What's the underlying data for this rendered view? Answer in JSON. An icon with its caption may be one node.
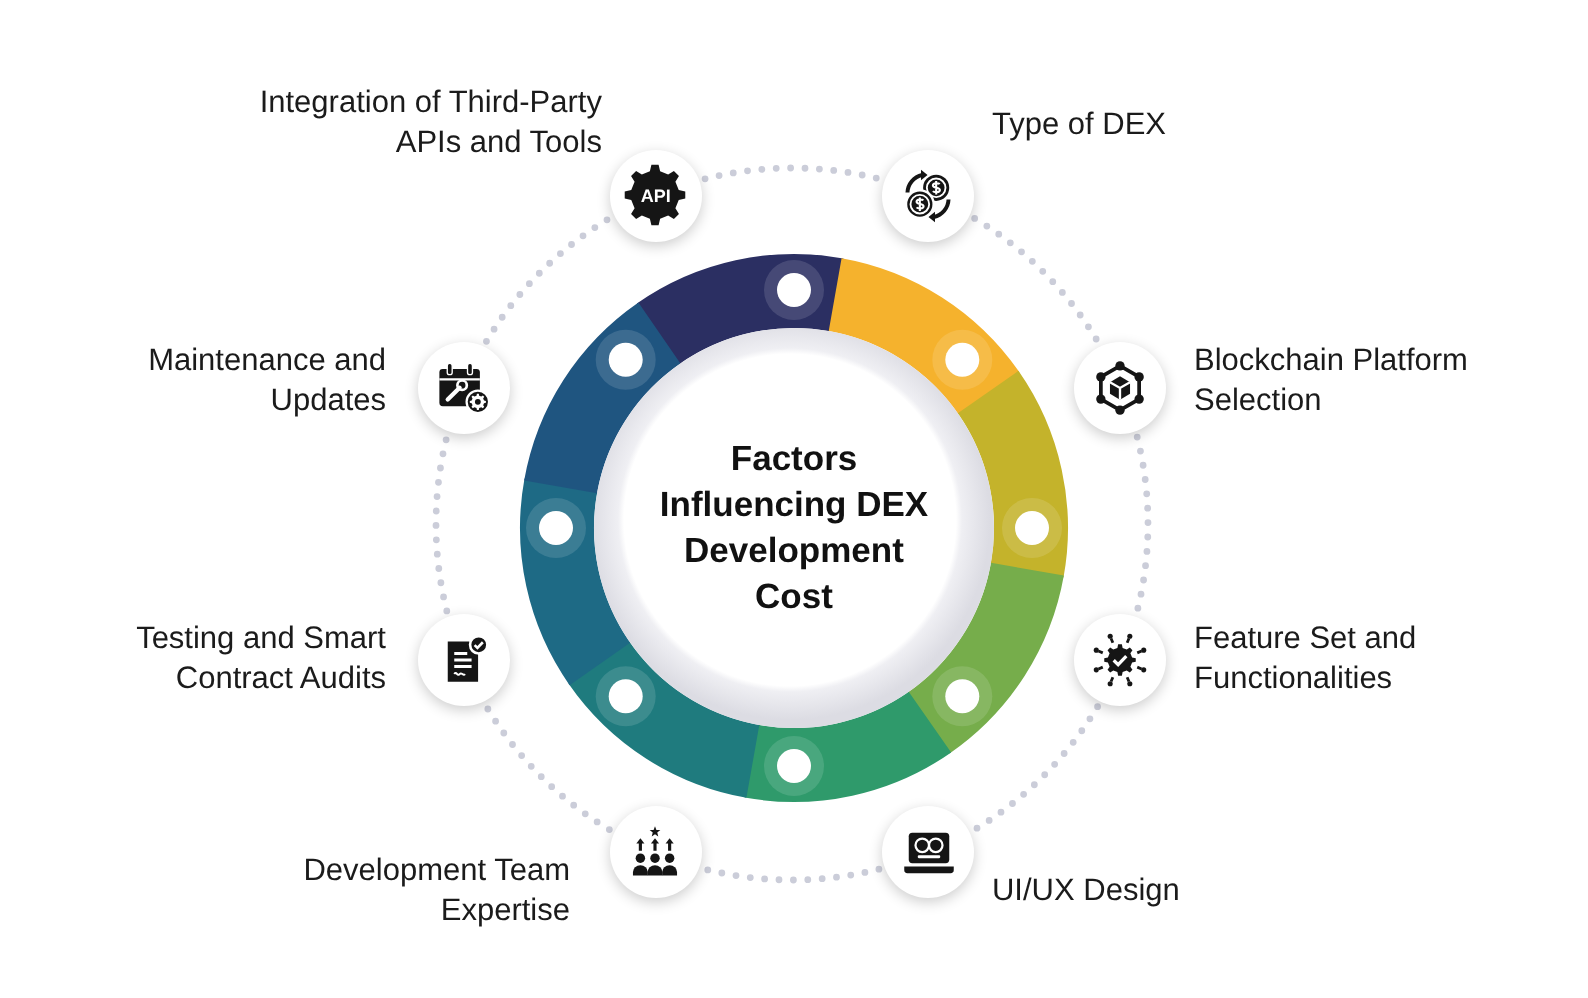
{
  "diagram": {
    "nodes": [
      {
        "text": [
          "Factors Influencing DEX Development Cost"
        ]
      },
      {
        "text": [
          "API"
        ],
        "beside": [
          "Integration of Third-Party APIs and Tools"
        ]
      },
      {
        "text": [],
        "shape": "circle",
        "beside": [
          "Type of DEX"
        ]
      },
      {
        "text": [],
        "shape": "circle",
        "beside": [
          "Blockchain Platform Selection"
        ]
      },
      {
        "text": [],
        "shape": "circle",
        "beside": [
          "Feature Set and Functionalities"
        ]
      },
      {
        "text": [],
        "shape": "circle",
        "beside": [
          "UI/UX Design"
        ]
      },
      {
        "text": [],
        "shape": "circle",
        "beside": [
          "Development Team Expertise"
        ]
      },
      {
        "text": [],
        "shape": "circle",
        "beside": [
          "Testing and Smart Contract Audits"
        ]
      },
      {
        "text": [],
        "shape": "circle",
        "beside": [
          "Maintenance and Updates"
        ]
      }
    ],
    "edges": [
      {
        "from": 1,
        "to": 2,
        "arrow": "none",
        "style": "dashed"
      },
      {
        "from": 2,
        "to": 3,
        "arrow": "none",
        "style": "dashed"
      },
      {
        "from": 3,
        "to": 4,
        "arrow": "none",
        "style": "dashed"
      },
      {
        "from": 4,
        "to": 5,
        "arrow": "none",
        "style": "dashed"
      },
      {
        "from": 5,
        "to": 6,
        "arrow": "none",
        "style": "dashed"
      },
      {
        "from": 6,
        "to": 7,
        "arrow": "none",
        "style": "dashed"
      },
      {
        "from": 7,
        "to": 8,
        "arrow": "none",
        "style": "dashed"
      },
      {
        "from": 8,
        "to": 1,
        "arrow": "none",
        "style": "dashed"
      }
    ]
  }
}
